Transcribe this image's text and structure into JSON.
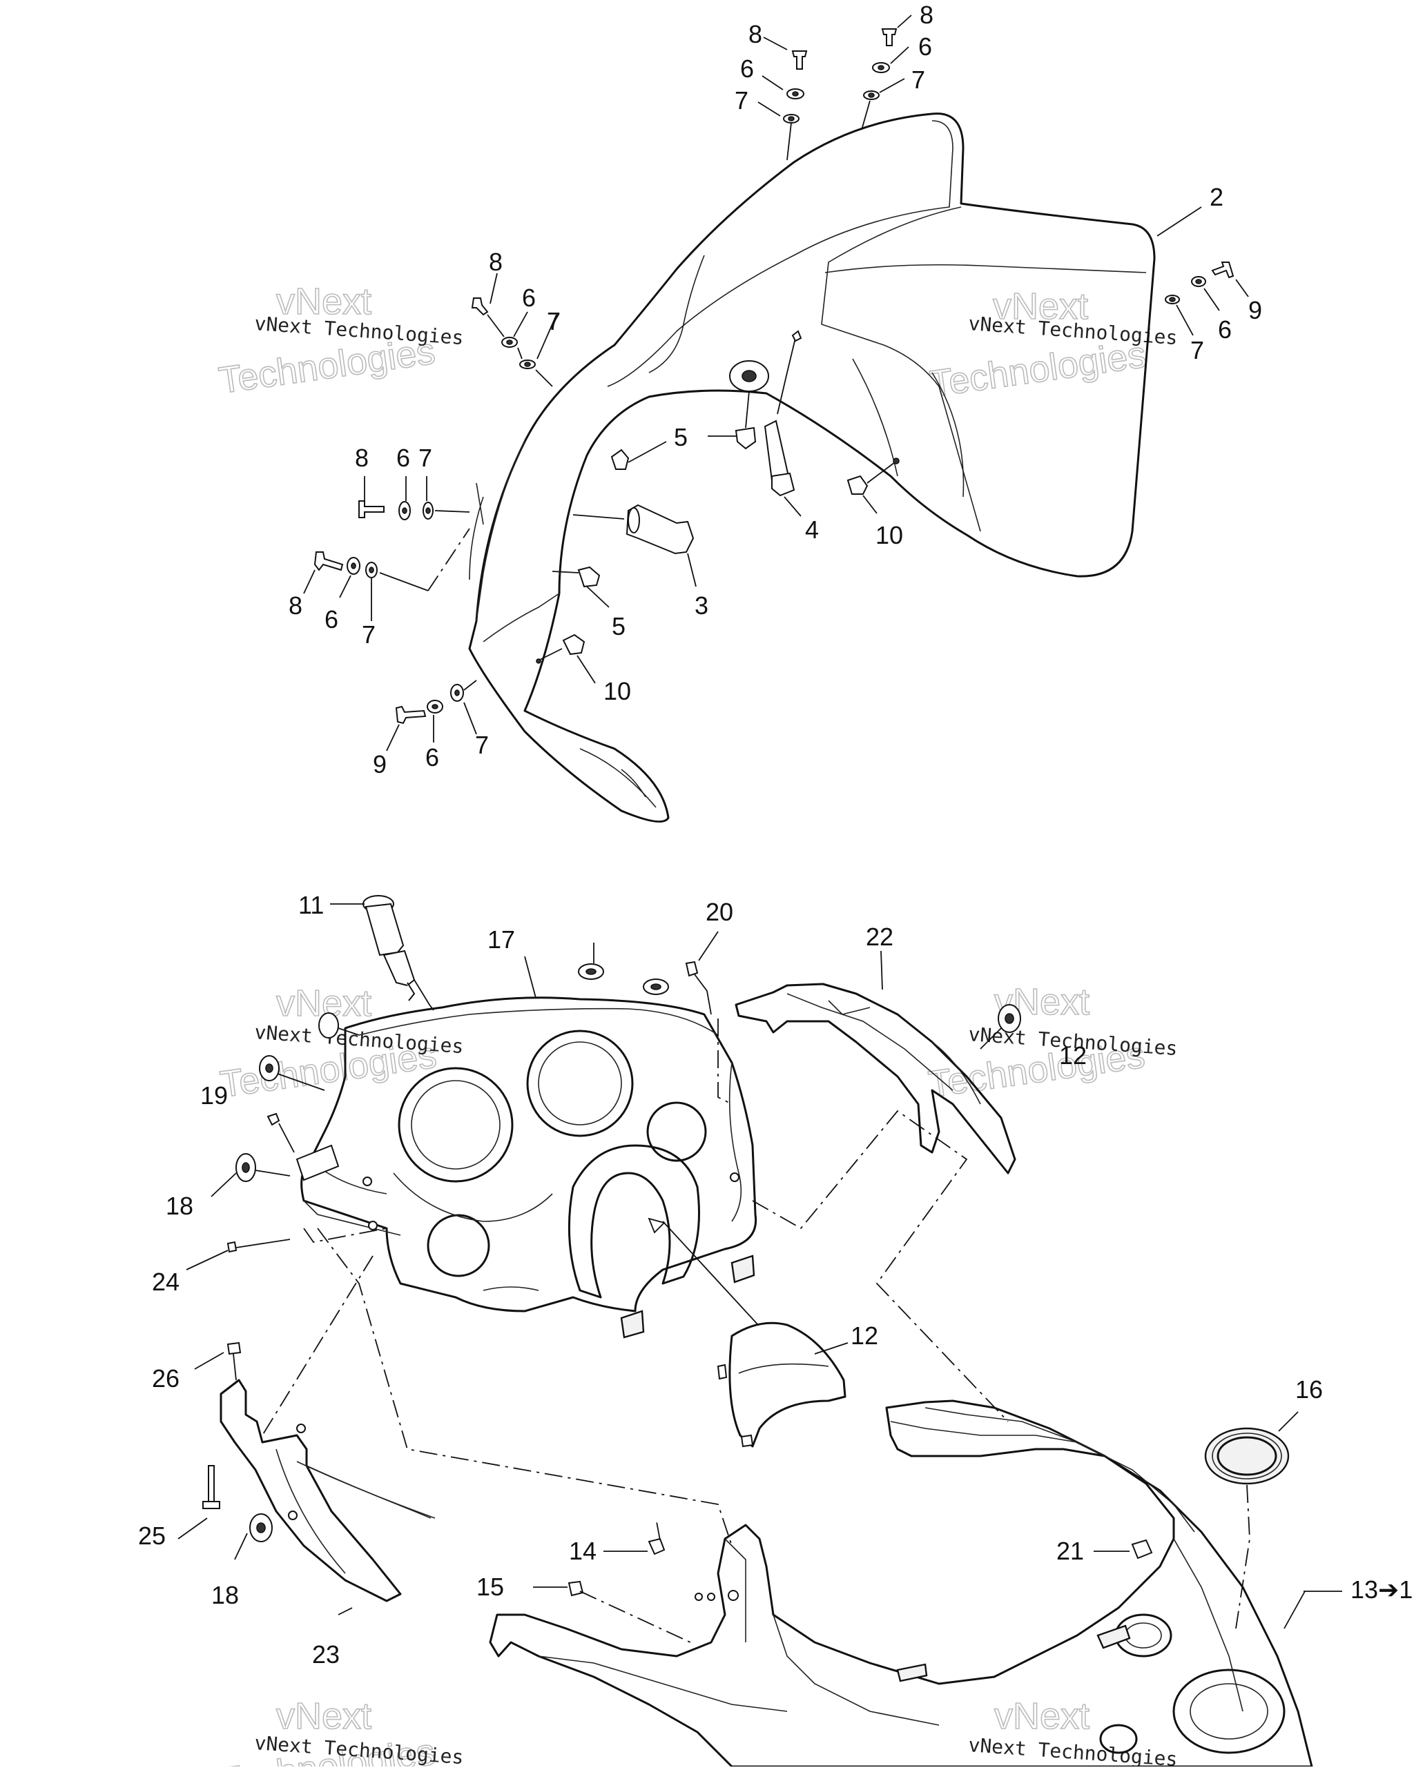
{
  "watermark": {
    "company": "vNext Technologies",
    "brand_top": "vNext",
    "brand_bottom": "Technologies"
  },
  "callouts": {
    "a8": "8",
    "a6": "6",
    "a7": "7",
    "b8": "8",
    "b6": "6",
    "b7": "7",
    "p2": "2",
    "c9": "9",
    "c6": "6",
    "c7": "7",
    "d8": "8",
    "d6": "6",
    "d7": "7",
    "e8": "8",
    "e6": "6",
    "e7": "7",
    "f8": "8",
    "f6": "6",
    "f7": "7",
    "g9": "9",
    "g6": "6",
    "g7": "7",
    "p5a": "5",
    "p5b": "5",
    "p4": "4",
    "p10a": "10",
    "p3": "3",
    "p10b": "10",
    "p11": "11",
    "p17": "17",
    "p20": "20",
    "p22": "22",
    "p19": "19",
    "p18a": "18",
    "p24": "24",
    "p12a": "12",
    "p12b": "12",
    "p26": "26",
    "p25": "25",
    "p18b": "18",
    "p23": "23",
    "p14": "14",
    "p15": "15",
    "p16": "16",
    "p21": "21",
    "p13": "13➔1"
  }
}
